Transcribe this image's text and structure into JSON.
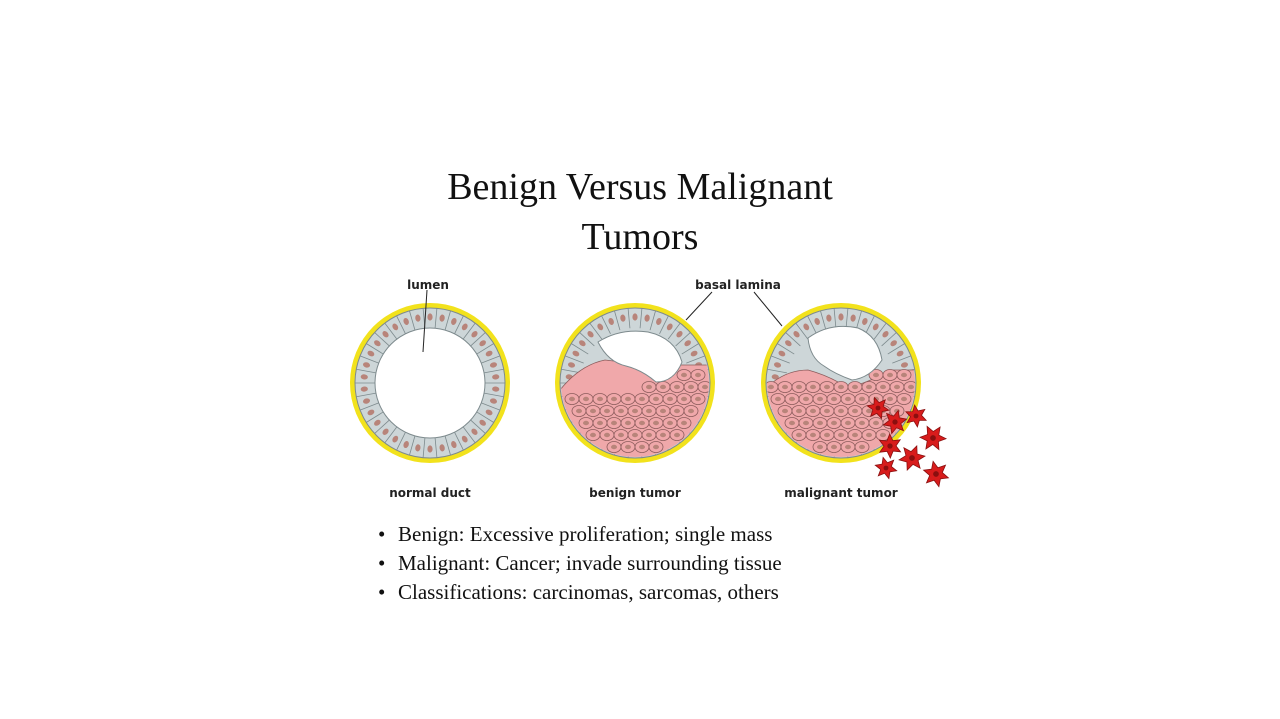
{
  "slide": {
    "title_line1": "Benign Versus Malignant",
    "title_line2": "Tumors"
  },
  "diagram": {
    "labels": {
      "lumen": "lumen",
      "basal_lamina": "basal lamina",
      "normal_duct": "normal duct",
      "benign_tumor": "benign tumor",
      "malignant_tumor": "malignant tumor"
    },
    "colors": {
      "basal_lamina_ring": "#f2e21c",
      "epithelial_cell": "#cdd6d8",
      "cell_nucleus": "#b8847a",
      "tumor_cell": "#f0a8aa",
      "invasive_cell": "#d81c1c"
    }
  },
  "bullets": [
    "Benign: Excessive proliferation; single mass",
    "Malignant: Cancer; invade surrounding tissue",
    "Classifications: carcinomas, sarcomas, others"
  ]
}
